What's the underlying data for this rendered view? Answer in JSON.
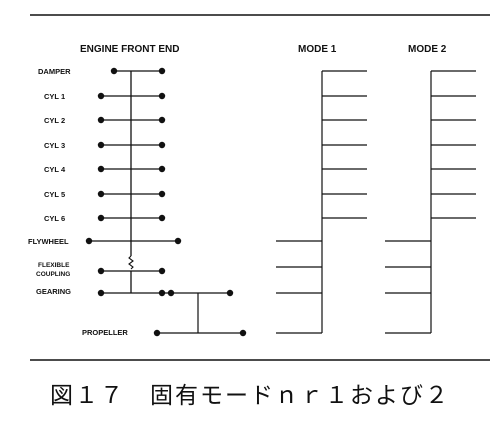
{
  "headers": {
    "engine": "ENGINE FRONT END",
    "mode1": "MODE 1",
    "mode2": "MODE 2"
  },
  "labels": {
    "damper": "DAMPER",
    "cyl1": "CYL 1",
    "cyl2": "CYL 2",
    "cyl3": "CYL 3",
    "cyl4": "CYL 4",
    "cyl5": "CYL 5",
    "cyl6": "CYL 6",
    "flywheel": "FLYWHEEL",
    "flexible": "FLEXIBLE",
    "coupling": "COUPLING",
    "gearing": "GEARING",
    "propeller": "PROPELLER"
  },
  "caption": "図１７　固有モードｎｒ１および２",
  "colors": {
    "ink": "#111111"
  }
}
